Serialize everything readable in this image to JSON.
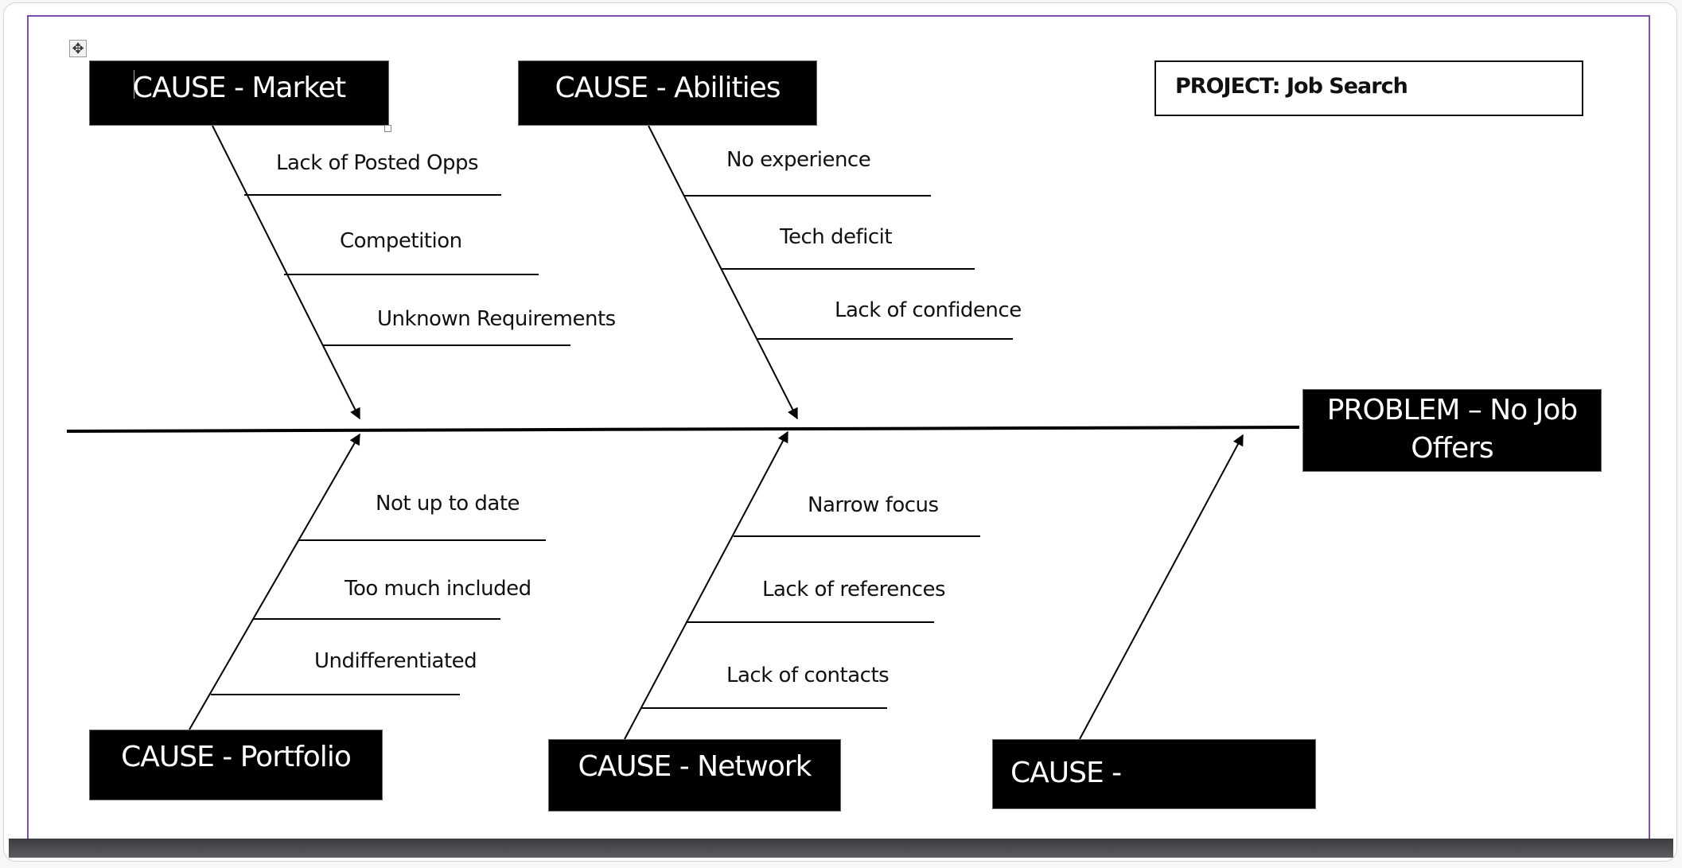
{
  "document": {
    "project_label": "PROJECT: Job Search",
    "problem_label": "PROBLEM – No Job Offers",
    "accent_border_color": "#7b4fb0"
  },
  "diagram": {
    "type": "fishbone",
    "causes": [
      {
        "id": "market",
        "label": "CAUSE - Market",
        "position": "top",
        "sub_causes": [
          "Lack of Posted Opps",
          "Competition",
          "Unknown Requirements"
        ]
      },
      {
        "id": "abilities",
        "label": "CAUSE - Abilities",
        "position": "top",
        "sub_causes": [
          "No experience",
          "Tech deficit",
          "Lack of confidence"
        ]
      },
      {
        "id": "portfolio",
        "label": "CAUSE - Portfolio",
        "position": "bottom",
        "sub_causes": [
          "Not up to date",
          "Too much included",
          "Undifferentiated"
        ]
      },
      {
        "id": "network",
        "label": "CAUSE - Network",
        "position": "bottom",
        "sub_causes": [
          "Narrow focus",
          "Lack of references",
          "Lack of contacts"
        ]
      },
      {
        "id": "blank",
        "label": "CAUSE -",
        "position": "bottom",
        "sub_causes": []
      }
    ]
  },
  "icons": {
    "move_handle": "✥"
  }
}
